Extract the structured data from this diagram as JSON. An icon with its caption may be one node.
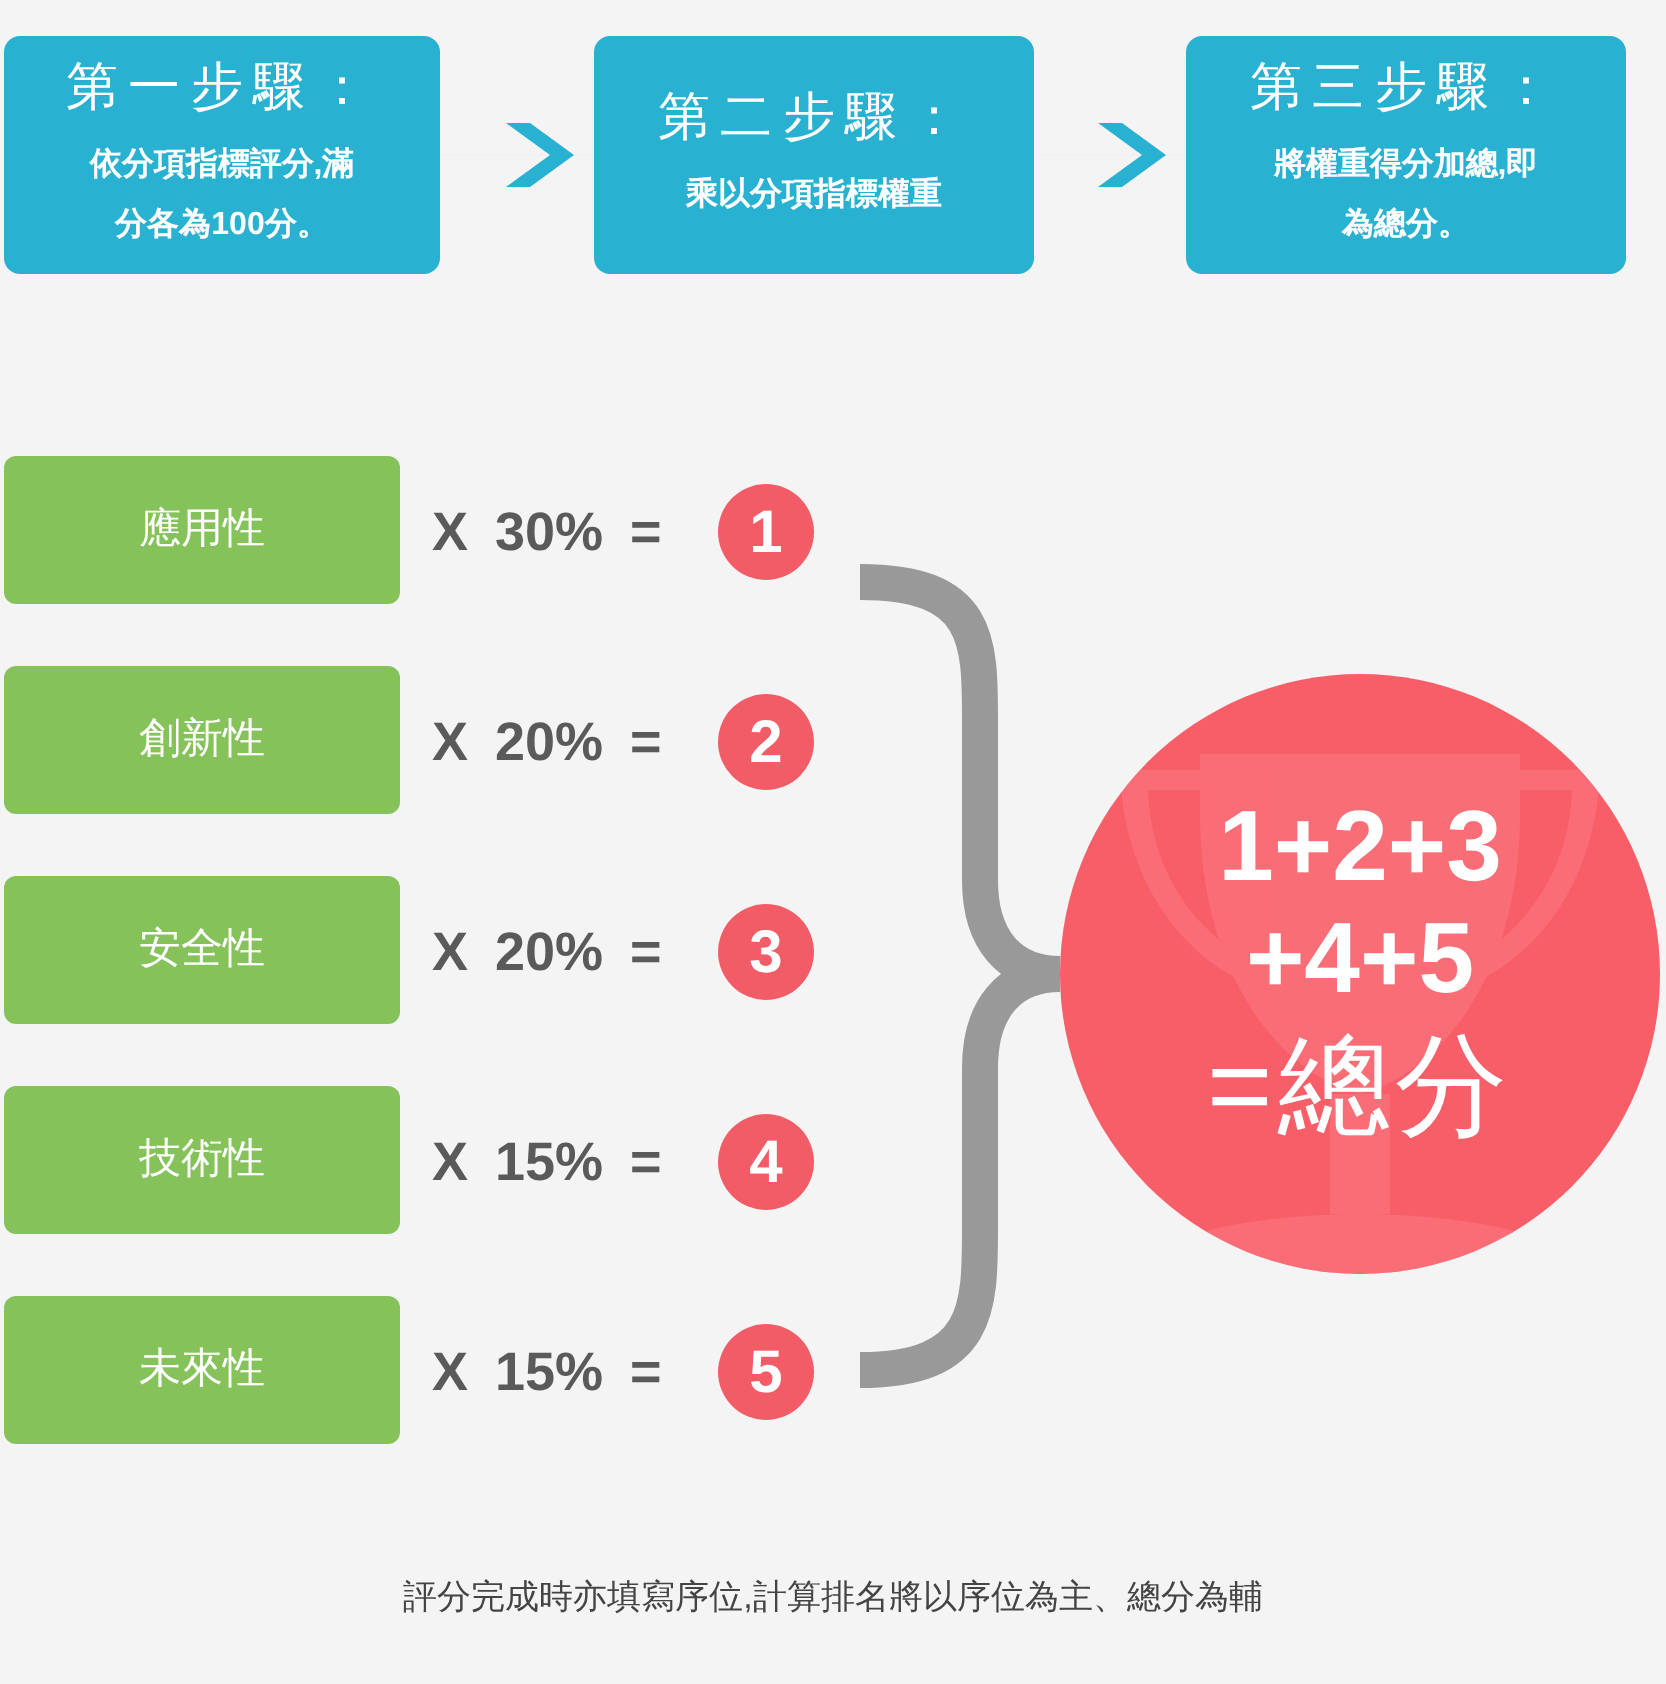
{
  "diagram": {
    "nodes": [
      {
        "text": [
          "第一步驟：",
          "依分項指標評分,滿分各為100分。"
        ]
      },
      {
        "text": [
          "第二步驟：",
          "乘以分項指標權重"
        ]
      },
      {
        "text": [
          "第三步驟：",
          "將權重得分加總,即為總分。"
        ]
      },
      {
        "text": [
          "應用性"
        ],
        "beside": [
          "X 30% ="
        ]
      },
      {
        "text": [
          "創新性"
        ],
        "beside": [
          "X 20% ="
        ]
      },
      {
        "text": [
          "安全性"
        ],
        "beside": [
          "X 20% ="
        ]
      },
      {
        "text": [
          "技術性"
        ],
        "beside": [
          "X 15% ="
        ]
      },
      {
        "text": [
          "未來性"
        ],
        "beside": [
          "X 15% ="
        ]
      },
      {
        "text": [
          "1"
        ]
      },
      {
        "text": [
          "2"
        ]
      },
      {
        "text": [
          "3"
        ]
      },
      {
        "text": [
          "4"
        ]
      },
      {
        "text": [
          "5"
        ]
      },
      {
        "text": [
          "1+2+3 +4+5",
          "=總分"
        ]
      }
    ],
    "edges": [
      {
        "from": 0,
        "to": 1,
        "arrow": "to"
      },
      {
        "from": 1,
        "to": 2,
        "arrow": "to"
      }
    ],
    "labels": [
      "評分完成時亦填寫序位,計算排名將以序位為主、總分為輔"
    ]
  }
}
